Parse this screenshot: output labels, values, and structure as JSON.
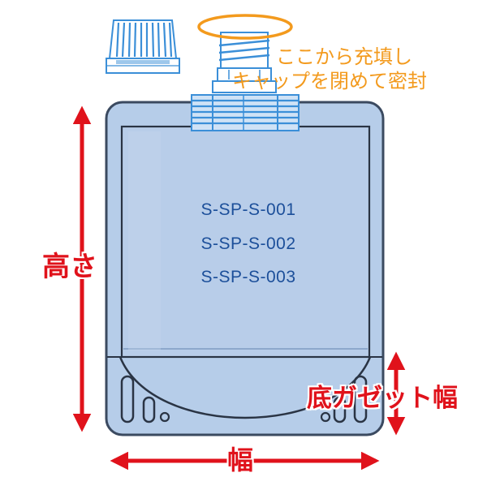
{
  "notes": {
    "fill_here": "ここから充填し",
    "cap_seal": "キャップを閉めて密封"
  },
  "product_codes": [
    "S-SP-S-001",
    "S-SP-S-002",
    "S-SP-S-003"
  ],
  "dimensions": {
    "height": "高さ",
    "bottom_gusset_width": "底ガゼット幅",
    "width": "幅"
  },
  "colors": {
    "pouch_fill": "#b6cde9",
    "outline": "#3b4a60",
    "spout_blue": "#5aa4e4",
    "orange_accent": "#f39a1d",
    "red_dimension": "#e0121b",
    "code_text": "#1c4f9a"
  },
  "icons": [
    "cap-icon",
    "spout-icon",
    "fill-ring-icon",
    "pouch-icon"
  ]
}
